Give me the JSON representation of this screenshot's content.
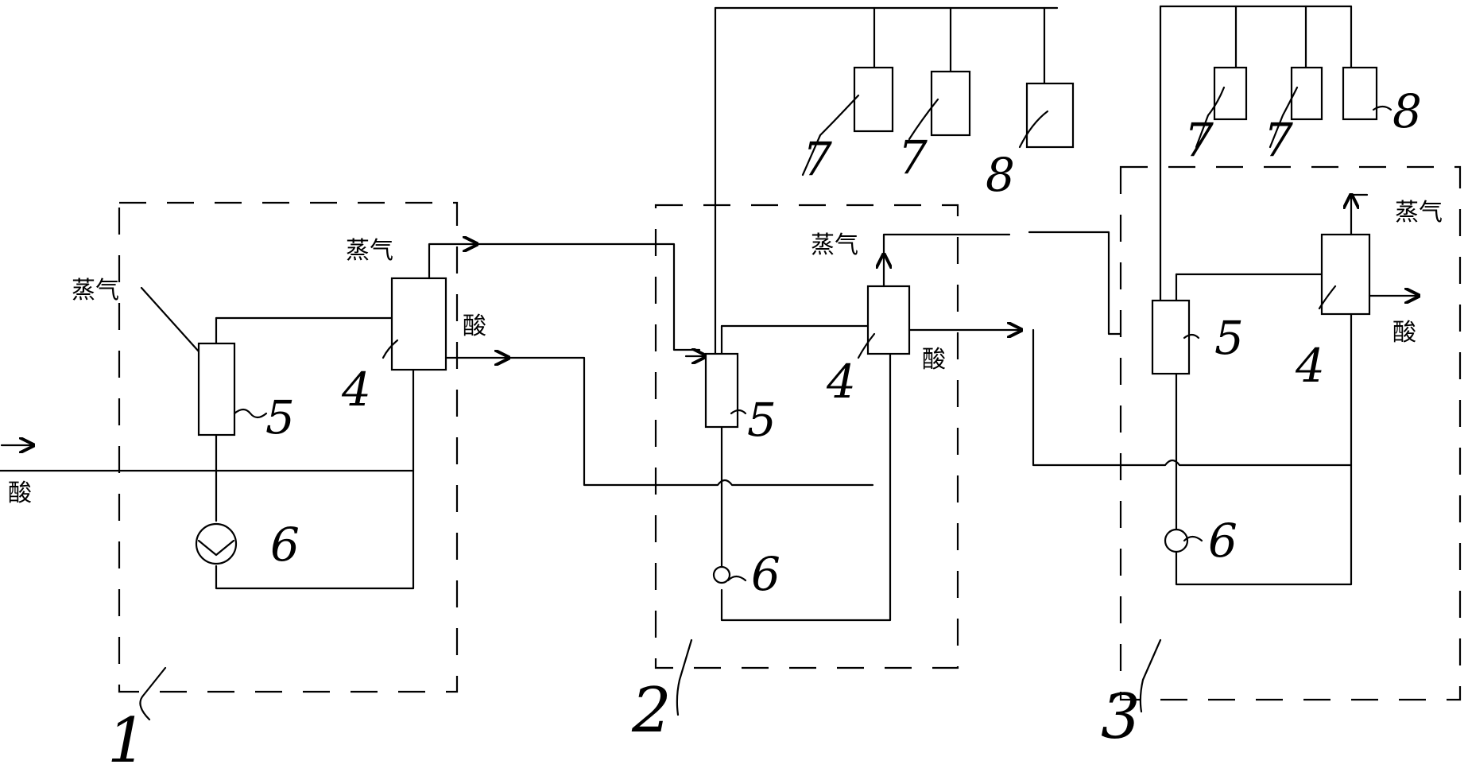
{
  "labels": {
    "acid": "酸",
    "steam": "蒸气"
  },
  "stage_numbers": [
    "1",
    "2",
    "3"
  ],
  "component_numbers": {
    "stripper": "4",
    "heater": "5",
    "pump": "6",
    "unit_a": "7",
    "unit_b": "8"
  },
  "colors": {
    "ink": "#000000",
    "paper": "#ffffff"
  }
}
